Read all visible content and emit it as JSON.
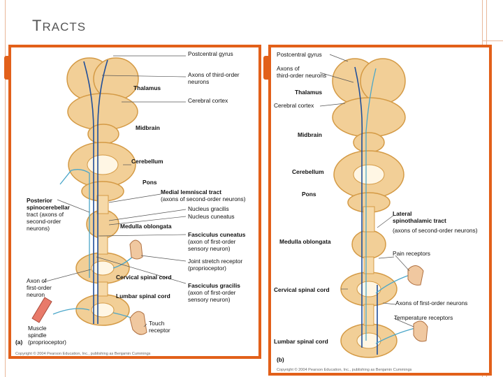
{
  "slide": {
    "title_first": "T",
    "title_rest": "RACTS"
  },
  "panel_a": {
    "labels": {
      "postcentral_gyrus": "Postcentral gyrus",
      "axons_third_1": "Axons of third-order",
      "axons_third_2": "neurons",
      "thalamus": "Thalamus",
      "cerebral_cortex": "Cerebral cortex",
      "midbrain": "Midbrain",
      "cerebellum": "Cerebellum",
      "pons": "Pons",
      "medial_lemniscal_1": "Medial lemniscal tract",
      "medial_lemniscal_2": "(axons of second-order neurons)",
      "posterior_1": "Posterior",
      "posterior_2": "spinocerebellar",
      "posterior_3": "tract (axons of",
      "posterior_4": "second-order",
      "posterior_5": "neurons)",
      "nucleus_gracilis": "Nucleus gracilis",
      "nucleus_cuneatus": "Nucleus cuneatus",
      "medulla": "Medulla oblongata",
      "fasc_cuneatus_1": "Fasciculus cuneatus",
      "fasc_cuneatus_2": "(axon of first-order",
      "fasc_cuneatus_3": "sensory neuron)",
      "joint_1": "Joint stretch receptor",
      "joint_2": "(proprioceptor)",
      "axon_first_1": "Axon of",
      "axon_first_2": "first-order",
      "axon_first_3": "neuron",
      "cervical": "Cervical spinal cord",
      "fasc_gracilis_1": "Fasciculus gracilis",
      "fasc_gracilis_2": "(axon of first-order",
      "fasc_gracilis_3": "sensory neuron)",
      "lumbar": "Lumbar spinal cord",
      "muscle_1": "Muscle",
      "muscle_2": "spindle",
      "muscle_3": "(proprioceptor)",
      "touch_1": "Touch",
      "touch_2": "receptor",
      "panel_letter": "(a)",
      "copyright": "Copyright © 2004 Pearson Education, Inc., publishing as Benjamin Cummings"
    }
  },
  "panel_b": {
    "labels": {
      "postcentral_gyrus": "Postcentral gyrus",
      "axons_third_1": "Axons of",
      "axons_third_2": "third-order neurons",
      "thalamus": "Thalamus",
      "cerebral_cortex": "Cerebral cortex",
      "midbrain": "Midbrain",
      "cerebellum": "Cerebellum",
      "pons": "Pons",
      "lateral_1": "Lateral",
      "lateral_2": "spinothalamic tract",
      "lateral_3": "(axons of second-order neurons)",
      "medulla": "Medulla oblongata",
      "pain": "Pain receptors",
      "cervical": "Cervical spinal cord",
      "axons_first": "Axons of first-order neurons",
      "temperature": "Temperature receptors",
      "lumbar": "Lumbar spinal cord",
      "panel_letter": "(b)",
      "copyright": "Copyright © 2004 Pearson Education, Inc., publishing as Benjamin Cummings"
    }
  },
  "colors": {
    "frame": "#e2601a",
    "tissue": "#f2cf97",
    "tissue_dark": "#d49a45",
    "tract": "#1f4e9a",
    "tract_light": "#4aa6c9"
  }
}
